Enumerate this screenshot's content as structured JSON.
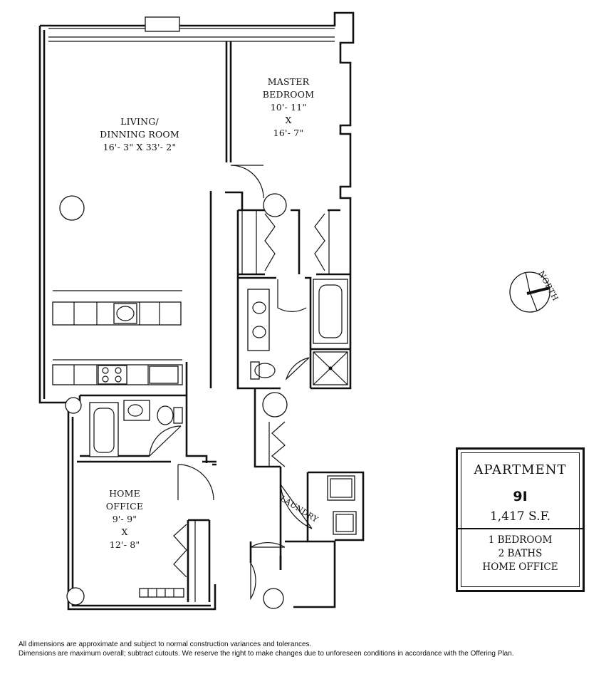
{
  "rooms": {
    "living": {
      "name1": "LIVING/",
      "name2": "DINNING ROOM",
      "dims": "16'- 3\" X 33'- 2\""
    },
    "master": {
      "name1": "MASTER",
      "name2": "BEDROOM",
      "dim1": "10'- 11\"",
      "x": "X",
      "dim2": "16'- 7\""
    },
    "office": {
      "name1": "HOME",
      "name2": "OFFICE",
      "dim1": "9'- 9\"",
      "x": "X",
      "dim2": "12'- 8\""
    },
    "laundry": {
      "name": "LAUNDRY"
    }
  },
  "compass": {
    "label": "NORTH"
  },
  "apartment": {
    "title": "APARTMENT",
    "number": "9I",
    "area": "1,417 S.F.",
    "features": [
      "1 BEDROOM",
      "2 BATHS",
      "HOME OFFICE"
    ]
  },
  "footnote": {
    "line1": "All dimensions are approximate and subject to normal construction variances and tolerances.",
    "line2": "Dimensions are maximum overall; subtract cutouts. We reserve the right to make changes due to unforeseen conditions in accordance with the Offering Plan."
  }
}
